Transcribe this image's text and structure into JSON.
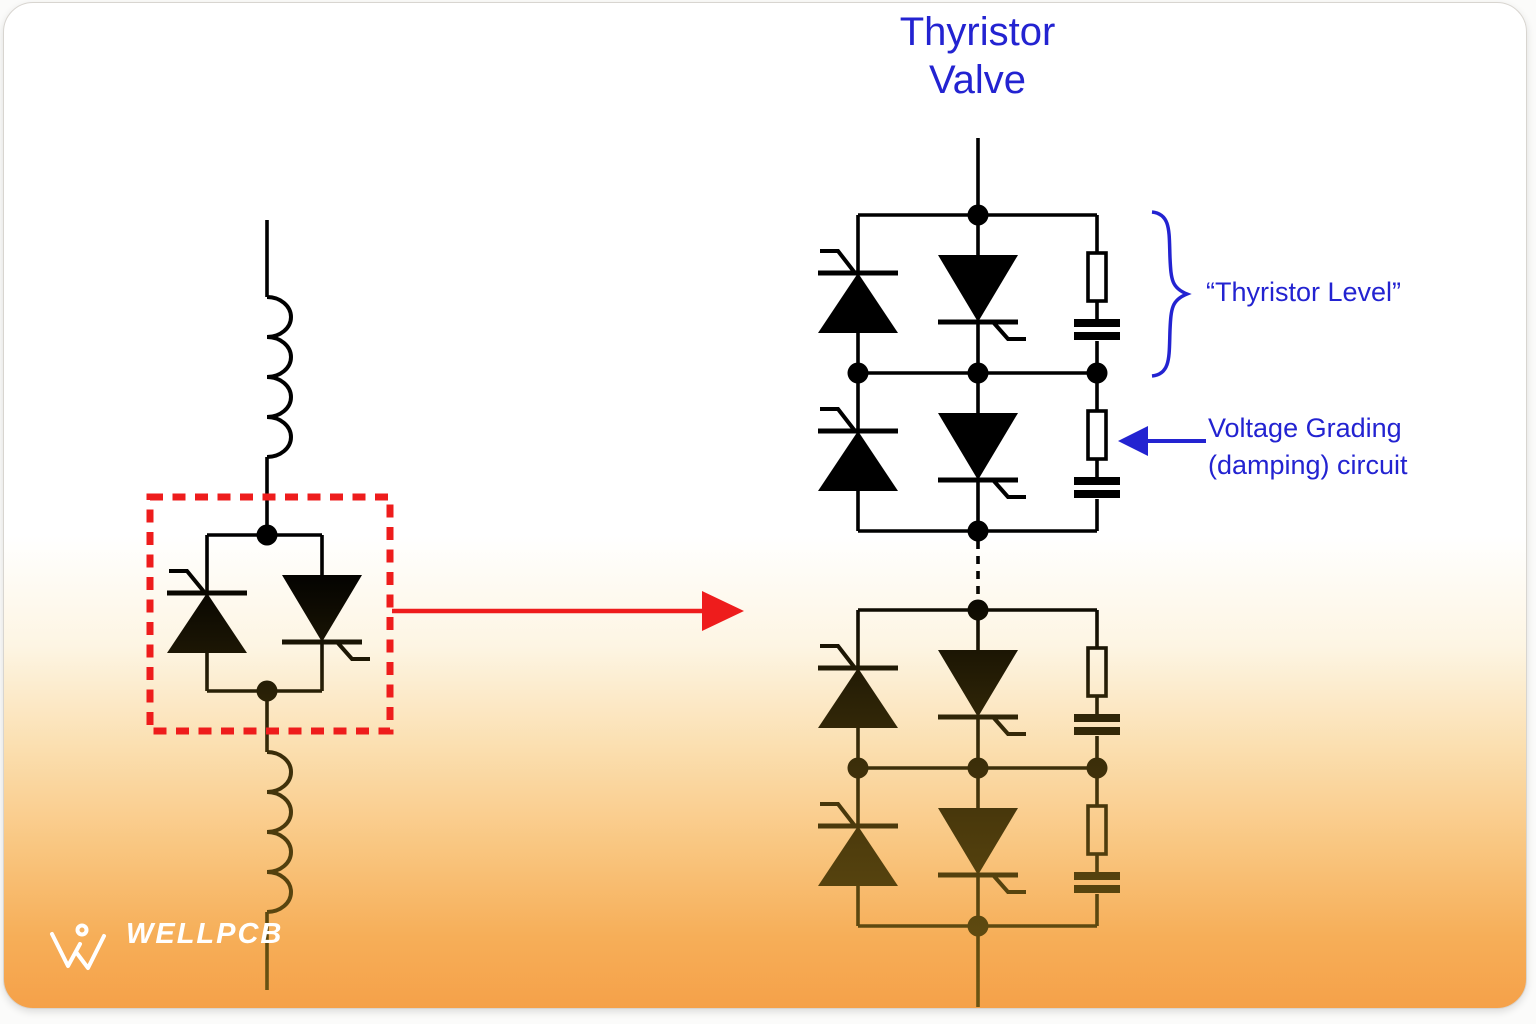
{
  "title": {
    "line1": "Thyristor",
    "line2": "Valve"
  },
  "annotations": {
    "thyristor_level": "“Thyristor Level”",
    "voltage_grading_line1": "Voltage Grading",
    "voltage_grading_line2": "(damping) circuit"
  },
  "logo": {
    "text": "WELLPCB"
  },
  "colors": {
    "annotation_blue": "#2323d1",
    "highlight_red": "#ee1c1c",
    "circuit_ink": "#000000",
    "faded_ink_brown": "#6f5813",
    "background_orange_bottom": "#f5a149",
    "logo_white": "#ffffff"
  },
  "diagram": {
    "left_circuit": {
      "components": [
        "inductor",
        "anti-parallel thyristor pair",
        "inductor"
      ],
      "highlight": "red dashed box around thyristor pair with red arrow to valve detail"
    },
    "valve": {
      "levels_shown": 4,
      "level_components": [
        "thyristor up",
        "thyristor down",
        "grading resistor",
        "grading capacitor"
      ],
      "continuation": "dotted line between level 2 and level 3"
    }
  }
}
